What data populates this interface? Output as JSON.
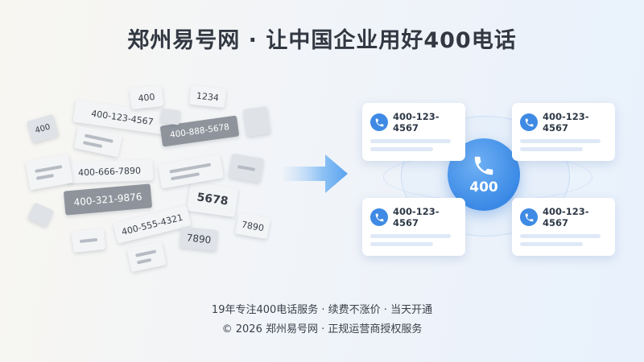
{
  "title": "郑州易号网 · 让中国企业用好400电话",
  "scattered_numbers": [
    "400-123-4567",
    "400",
    "1234",
    "400-888-5678",
    "400-666-7890",
    "400-321-9876",
    "5678",
    "400-555-4321",
    "7890",
    "7890",
    "400"
  ],
  "hub": {
    "label": "400",
    "icon": "phone-icon"
  },
  "cards": [
    {
      "number": "400-123-4567",
      "icon": "phone-icon"
    },
    {
      "number": "400-123-4567",
      "icon": "phone-icon"
    },
    {
      "number": "400-123-4567",
      "icon": "phone-icon"
    },
    {
      "number": "400-123-4567",
      "icon": "phone-icon"
    }
  ],
  "footer": {
    "line1": "19年专注400电话服务 · 续费不涨价 · 当天开通",
    "line2": "© 2026 郑州易号网 · 正规运营商授权服务"
  },
  "colors": {
    "accent": "#3b8ae6",
    "text": "#323842",
    "scrap_dark": "#8f949c"
  }
}
